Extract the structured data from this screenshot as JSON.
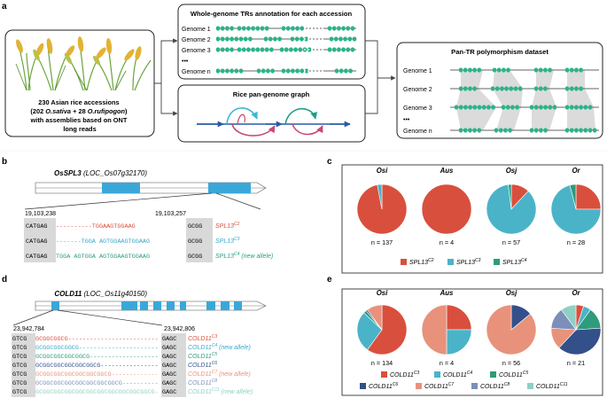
{
  "panels": {
    "a": "a",
    "b": "b",
    "c": "c",
    "d": "d",
    "e": "e"
  },
  "panel_a": {
    "rice_title_1": "230 Asian rice accessions",
    "rice_title_2a": "(202 ",
    "rice_sativa": "O.sativa",
    "rice_title_2b": " + 28 ",
    "rice_rufipogon": "O.rufipogon",
    "rice_title_2c": ")",
    "rice_title_3": "with assemblies based on ONT",
    "rice_title_4": "long reads",
    "tr_box_title": "Whole-genome TRs annotation for each accession",
    "tr_genomes": [
      "Genome 1",
      "Genome 2",
      "Genome 3",
      "•••",
      "Genome n"
    ],
    "graph_box_title": "Rice pan-genome graph",
    "pan_box_title": "Pan-TR polymorphism dataset",
    "pan_genomes": [
      "Genome 1",
      "Genome 2",
      "Genome 3",
      "•••",
      "Genome n"
    ]
  },
  "panel_b": {
    "gene": "OsSPL3",
    "locus": " (LOC_Os07g32170)",
    "coord_left": "19,103,238",
    "coord_right": "19,103,257",
    "rows": [
      {
        "left": "CATGAG",
        "mid": "----------TGGAAGTGGAAG",
        "right": "GCGG",
        "allele": "SPL13",
        "sup": "C2",
        "note": "",
        "color": "#d94f3d"
      },
      {
        "left": "CATGAG",
        "mid": "-------TGGA AGTGGAAGTGGAAG",
        "right": "GCGG",
        "allele": "SPL13",
        "sup": "C3",
        "note": "",
        "color": "#3aa7c9"
      },
      {
        "left": "CATGAG",
        "mid": "TGGA AGTGGA AGTGGAAGTGGAAG",
        "right": "GCGG",
        "allele": "SPL13",
        "sup": "C4",
        "note": " (new allele)",
        "color": "#2a9d7f"
      }
    ]
  },
  "panel_c": {
    "pies": [
      {
        "title": "Osi",
        "n": "n = 137"
      },
      {
        "title": "Aus",
        "n": "n = 4"
      },
      {
        "title": "Osj",
        "n": "n = 57"
      },
      {
        "title": "Or",
        "n": "n = 28"
      }
    ],
    "legend": [
      {
        "label": "SPL13",
        "sup": "C2",
        "color": "#d94f3d"
      },
      {
        "label": "SPL13",
        "sup": "C3",
        "color": "#4bb3c8"
      },
      {
        "label": "SPL13",
        "sup": "C4",
        "color": "#2e9b7c"
      }
    ]
  },
  "panel_d": {
    "gene": "COLD11",
    "locus": " (LOC_Os11g40150)",
    "coord_left": "23,942,784",
    "coord_right": "23,942,806",
    "rows": [
      {
        "left": "GTCG",
        "mid": "GCGGCGGCG-------------------------",
        "right": "GAGC",
        "allele": "COLD11",
        "sup": "C3",
        "note": "",
        "color": "#d94f3d"
      },
      {
        "left": "GTCG",
        "mid": "GCGGCGGCGGCG----------------------",
        "right": "GAGC",
        "allele": "COLD11",
        "sup": "C4",
        "note": " (new allele)",
        "color": "#3aa7c9"
      },
      {
        "left": "GTCG",
        "mid": "GCGGCGGCGGCGGCG-------------------",
        "right": "GAGC",
        "allele": "COLD11",
        "sup": "C5",
        "note": "",
        "color": "#2a9d7f"
      },
      {
        "left": "GTCG",
        "mid": "GCGGCGGCGGCGGCGGCG----------------",
        "right": "GAGC",
        "allele": "COLD11",
        "sup": "C6",
        "note": "",
        "color": "#34508a"
      },
      {
        "left": "GTCG",
        "mid": "GCGGCGGCGGCGGCGGCGGCG-------------",
        "right": "GAGC",
        "allele": "COLD11",
        "sup": "C7",
        "note": " (new allele)",
        "color": "#e8927c"
      },
      {
        "left": "GTCG",
        "mid": "GCGGCGGCGGCGGCGGCGGCGGCG----------",
        "right": "GAGC",
        "allele": "COLD11",
        "sup": "C8",
        "note": "",
        "color": "#7b8fb9"
      },
      {
        "left": "GTCG",
        "mid": "GCGGCGGCGGCGGCGGCGGCGGCGGCGGCGGCG-",
        "right": "GAGC",
        "allele": "COLD11",
        "sup": "C11",
        "note": " (new allele)",
        "color": "#8fd0c4"
      }
    ]
  },
  "panel_e": {
    "pies": [
      {
        "title": "Osi",
        "n": "n = 134"
      },
      {
        "title": "Aus",
        "n": "n = 4"
      },
      {
        "title": "Osj",
        "n": "n = 56"
      },
      {
        "title": "Or",
        "n": "n = 21"
      }
    ],
    "legend": [
      {
        "label": "COLD11",
        "sup": "C3",
        "color": "#d94f3d"
      },
      {
        "label": "COLD11",
        "sup": "C4",
        "color": "#4bb3c8"
      },
      {
        "label": "COLD11",
        "sup": "C5",
        "color": "#2e9b7c"
      },
      {
        "label": "COLD11",
        "sup": "C6",
        "color": "#34508a"
      },
      {
        "label": "COLD11",
        "sup": "C7",
        "color": "#e8927c"
      },
      {
        "label": "COLD11",
        "sup": "C8",
        "color": "#7b8fb9"
      },
      {
        "label": "COLD11",
        "sup": "C11",
        "color": "#8fd0c4"
      }
    ]
  },
  "chart_data": [
    {
      "type": "pie",
      "title": "SPL13 allele frequency",
      "groups": [
        "Osi",
        "Aus",
        "Osj",
        "Or"
      ],
      "n": [
        137,
        4,
        57,
        28
      ],
      "categories": [
        "SPL13 C2",
        "SPL13 C3",
        "SPL13 C4"
      ],
      "colors": [
        "#d94f3d",
        "#4bb3c8",
        "#2e9b7c"
      ],
      "values": [
        [
          0.97,
          0.03,
          0
        ],
        [
          1.0,
          0,
          0
        ],
        [
          0.12,
          0.86,
          0.02
        ],
        [
          0.25,
          0.71,
          0.04
        ]
      ]
    },
    {
      "type": "pie",
      "title": "COLD11 allele frequency",
      "groups": [
        "Osi",
        "Aus",
        "Osj",
        "Or"
      ],
      "n": [
        134,
        4,
        56,
        21
      ],
      "categories": [
        "COLD11 C3",
        "COLD11 C4",
        "COLD11 C5",
        "COLD11 C6",
        "COLD11 C7",
        "COLD11 C8",
        "COLD11 C11"
      ],
      "colors": [
        "#d94f3d",
        "#4bb3c8",
        "#2e9b7c",
        "#34508a",
        "#e8927c",
        "#7b8fb9",
        "#8fd0c4"
      ],
      "values": [
        [
          0.6,
          0.27,
          0.02,
          0.01,
          0.1,
          0,
          0
        ],
        [
          0.25,
          0.25,
          0,
          0,
          0.5,
          0,
          0
        ],
        [
          0,
          0,
          0,
          0.14,
          0.86,
          0,
          0
        ],
        [
          0.05,
          0.05,
          0.14,
          0.38,
          0.14,
          0.14,
          0.1
        ]
      ]
    }
  ]
}
